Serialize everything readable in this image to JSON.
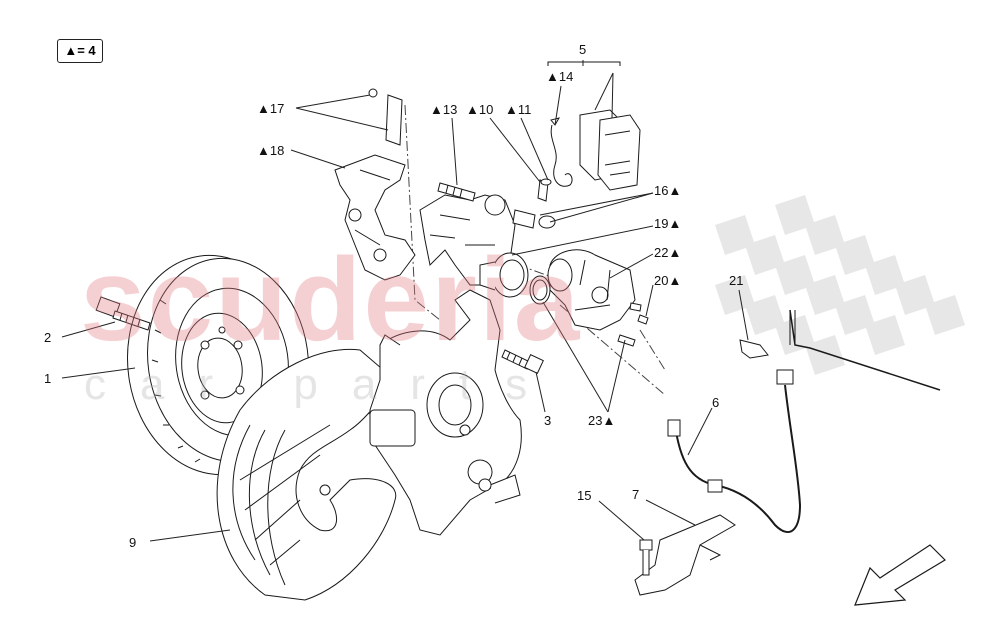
{
  "legend": {
    "text": "▲= 4"
  },
  "watermark": {
    "brand": "scuderia",
    "sub": "car parts"
  },
  "labels": {
    "p1": "1",
    "p2": "2",
    "p3": "3",
    "p5": "5",
    "p6": "6",
    "p7": "7",
    "p9": "9",
    "p10": "▲10",
    "p11": "▲11",
    "p13": "▲13",
    "p14": "▲14",
    "p15": "15",
    "p16": "16▲",
    "p17": "▲17",
    "p18": "▲18",
    "p19": "19▲",
    "p20": "20▲",
    "p21": "21",
    "p22": "22▲",
    "p23": "23▲"
  },
  "colors": {
    "line": "#1a1a1a",
    "part": "#ffffff",
    "flag": "#d9d9d9",
    "watermark": "#e27882"
  }
}
